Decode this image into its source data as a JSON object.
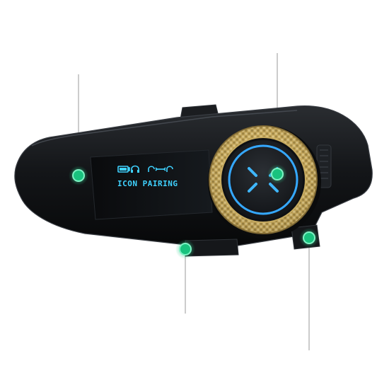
{
  "display": {
    "mode_label": "ICON PAIRING",
    "text_color": "#3fd2ff",
    "status_icons": [
      "battery-icon",
      "headphone-icon",
      "intercom-link-icon"
    ]
  },
  "colors": {
    "hotspot": "#19c27e",
    "hotspot_glow": "#7df2c3",
    "callout_line": "#9a9a9a",
    "dial_gold": "#c9ad62",
    "dial_ring_blue": "#35a8ff",
    "device_body": "#111315"
  },
  "hotspots": [
    {
      "id": "hotspot-left-panel"
    },
    {
      "id": "hotspot-center-dial"
    },
    {
      "id": "hotspot-bottom-edge"
    },
    {
      "id": "hotspot-right-button"
    }
  ]
}
